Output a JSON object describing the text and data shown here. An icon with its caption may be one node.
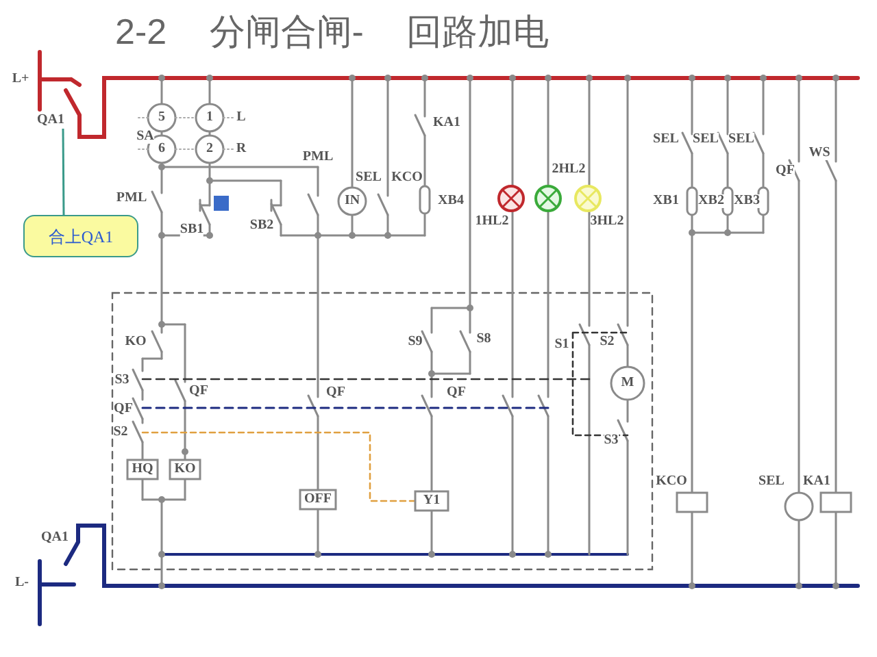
{
  "diagram": {
    "title": "2-2 分闸合闸- 回路加电",
    "nodes": [
      {
        "text": [
          "合上QA1"
        ]
      },
      {
        "text": [
          "QA1"
        ]
      }
    ],
    "edges": [
      {
        "from": 0,
        "to": 1,
        "arrow": "none"
      }
    ],
    "labels": [
      "L+",
      "5",
      "1",
      "L",
      "SA",
      "6",
      "2",
      "R",
      "PML",
      "PML",
      "SB1",
      "SB2",
      "SEL",
      "KCO",
      "IN",
      "KA1",
      "XB4",
      "1HL2",
      "2HL2",
      "3HL2",
      "SEL",
      "SEL",
      "SEL",
      "XB1",
      "XB2",
      "XB3",
      "QF",
      "WS",
      "KO",
      "S9",
      "S8",
      "S1",
      "S2",
      "M",
      "S3",
      "QF",
      "QF",
      "QF",
      "S3",
      "QF",
      "S2",
      "HQ",
      "KO",
      "OFF",
      "Y1",
      "KCO",
      "SEL",
      "KA1",
      "QA1",
      "L-"
    ]
  }
}
